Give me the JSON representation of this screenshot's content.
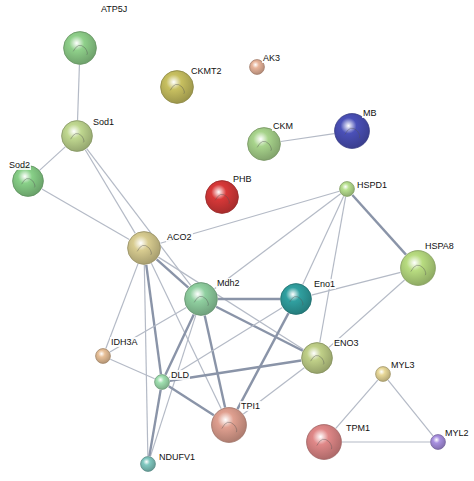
{
  "diagram": {
    "nodes": [
      {
        "text": [
          "ATP5J"
        ]
      },
      {
        "text": [
          "CKMT2"
        ]
      },
      {
        "text": [
          "AK3"
        ]
      },
      {
        "text": [
          "Sod1"
        ]
      },
      {
        "text": [
          "MB"
        ]
      },
      {
        "text": [
          "CKM"
        ]
      },
      {
        "text": [
          "HSPD1"
        ]
      },
      {
        "text": [
          "Sod2"
        ]
      },
      {
        "text": [
          "PHB"
        ]
      },
      {
        "text": [
          "ACO2"
        ]
      },
      {
        "text": [
          "HSPA8"
        ]
      },
      {
        "text": [
          "Mdh2"
        ]
      },
      {
        "text": [
          "Eno1"
        ]
      },
      {
        "text": [
          "IDH3A"
        ]
      },
      {
        "text": [
          "ENO3"
        ]
      },
      {
        "text": [
          "MYL3"
        ]
      },
      {
        "text": [
          "DLD"
        ]
      },
      {
        "text": [
          "TPI1"
        ]
      },
      {
        "text": [
          "TPM1"
        ]
      },
      {
        "text": [
          "MYL2"
        ]
      },
      {
        "text": [
          "NDUFV1"
        ]
      }
    ],
    "edges": [
      {
        "from": 0,
        "to": 3,
        "arrow": "none"
      },
      {
        "from": 3,
        "to": 7,
        "arrow": "none"
      },
      {
        "from": 3,
        "to": 9,
        "arrow": "none"
      },
      {
        "from": 3,
        "to": 11,
        "arrow": "none"
      },
      {
        "from": 7,
        "to": 9,
        "arrow": "none"
      },
      {
        "from": 5,
        "to": 4,
        "arrow": "none"
      },
      {
        "from": 6,
        "to": 10,
        "arrow": "none"
      },
      {
        "from": 6,
        "to": 9,
        "arrow": "none"
      },
      {
        "from": 6,
        "to": 11,
        "arrow": "none"
      },
      {
        "from": 6,
        "to": 12,
        "arrow": "none"
      },
      {
        "from": 6,
        "to": 14,
        "arrow": "none"
      },
      {
        "from": 10,
        "to": 12,
        "arrow": "none"
      },
      {
        "from": 10,
        "to": 14,
        "arrow": "none"
      },
      {
        "from": 9,
        "to": 11,
        "arrow": "none"
      },
      {
        "from": 9,
        "to": 13,
        "arrow": "none"
      },
      {
        "from": 9,
        "to": 16,
        "arrow": "none"
      },
      {
        "from": 9,
        "to": 17,
        "arrow": "none"
      },
      {
        "from": 9,
        "to": 20,
        "arrow": "none"
      },
      {
        "from": 9,
        "to": 14,
        "arrow": "none"
      },
      {
        "from": 11,
        "to": 12,
        "arrow": "none"
      },
      {
        "from": 11,
        "to": 14,
        "arrow": "none"
      },
      {
        "from": 11,
        "to": 13,
        "arrow": "none"
      },
      {
        "from": 11,
        "to": 16,
        "arrow": "none"
      },
      {
        "from": 11,
        "to": 17,
        "arrow": "none"
      },
      {
        "from": 11,
        "to": 20,
        "arrow": "none"
      },
      {
        "from": 12,
        "to": 17,
        "arrow": "none"
      },
      {
        "from": 12,
        "to": 16,
        "arrow": "none"
      },
      {
        "from": 14,
        "to": 17,
        "arrow": "none"
      },
      {
        "from": 14,
        "to": 16,
        "arrow": "none"
      },
      {
        "from": 16,
        "to": 17,
        "arrow": "none"
      },
      {
        "from": 16,
        "to": 20,
        "arrow": "none"
      },
      {
        "from": 13,
        "to": 16,
        "arrow": "none"
      },
      {
        "from": 15,
        "to": 18,
        "arrow": "none"
      },
      {
        "from": 15,
        "to": 19,
        "arrow": "none"
      },
      {
        "from": 18,
        "to": 19,
        "arrow": "none"
      }
    ]
  }
}
